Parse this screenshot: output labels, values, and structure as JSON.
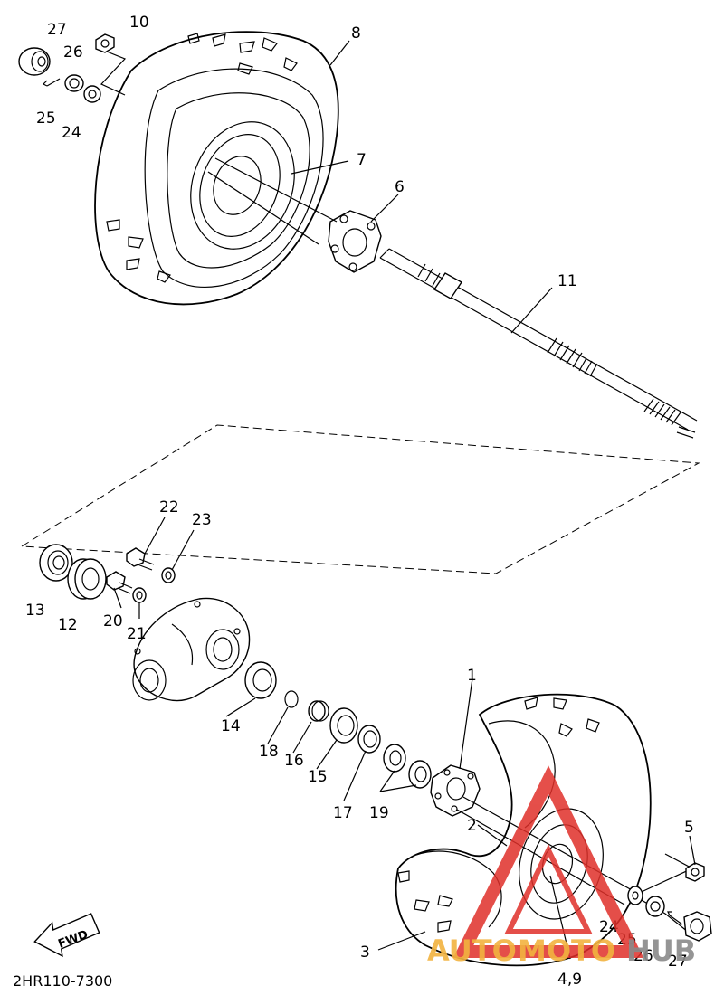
{
  "diagram": {
    "labels": {
      "p1": "1",
      "p2": "2",
      "p3": "3",
      "p49": "4,9",
      "p5": "5",
      "p6": "6",
      "p7": "7",
      "p8": "8",
      "p10": "10",
      "p11": "11",
      "p12": "12",
      "p13": "13",
      "p14": "14",
      "p15": "15",
      "p16": "16",
      "p17": "17",
      "p18": "18",
      "p19": "19",
      "p20": "20",
      "p21": "21",
      "p22": "22",
      "p23": "23",
      "p24a": "24",
      "p25a": "25",
      "p26a": "26",
      "p27a": "27",
      "p24b": "24",
      "p25b": "25",
      "p26b": "26",
      "p27b": "27"
    },
    "fwd_label": "FWD",
    "code": "2HR110-7300",
    "watermark": {
      "text_a": "AUTO",
      "text_b": "MOTO",
      "text_c": "HUB",
      "color_red": "#e0302a",
      "color_orange": "#f2b340",
      "color_gray": "#8a8a8a"
    }
  }
}
